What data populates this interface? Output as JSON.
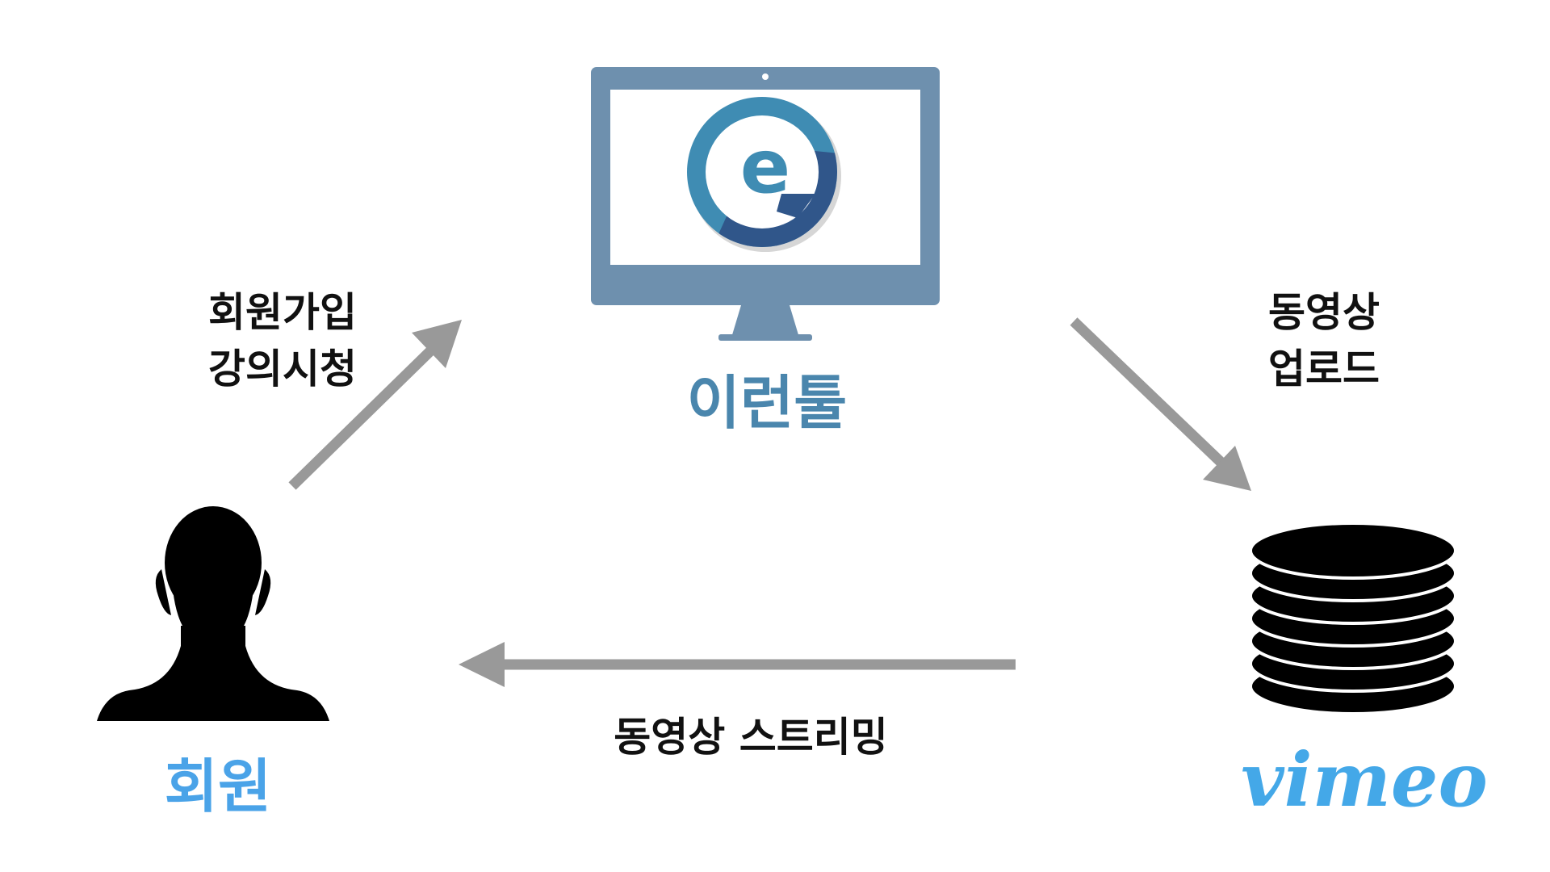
{
  "diagram": {
    "nodes": {
      "learntool": {
        "name": "이런툴",
        "icon": "monitor-icon",
        "logo_letter": "e",
        "color": "#4a86ad"
      },
      "member": {
        "name": "회원",
        "icon": "person-silhouette-icon",
        "color": "#4aa3e8"
      },
      "vimeo": {
        "name": "vimeo",
        "icon": "database-icon",
        "color": "#44a8e8"
      }
    },
    "edges": {
      "join": {
        "line1": "회원가입",
        "line2": "강의시청",
        "from": "member",
        "to": "learntool"
      },
      "upload": {
        "line1": "동영상",
        "line2": "업로드",
        "from": "learntool",
        "to": "vimeo"
      },
      "stream": {
        "text": "동영상 스트리밍",
        "from": "vimeo",
        "to": "member"
      }
    },
    "arrow_color": "#999999"
  }
}
